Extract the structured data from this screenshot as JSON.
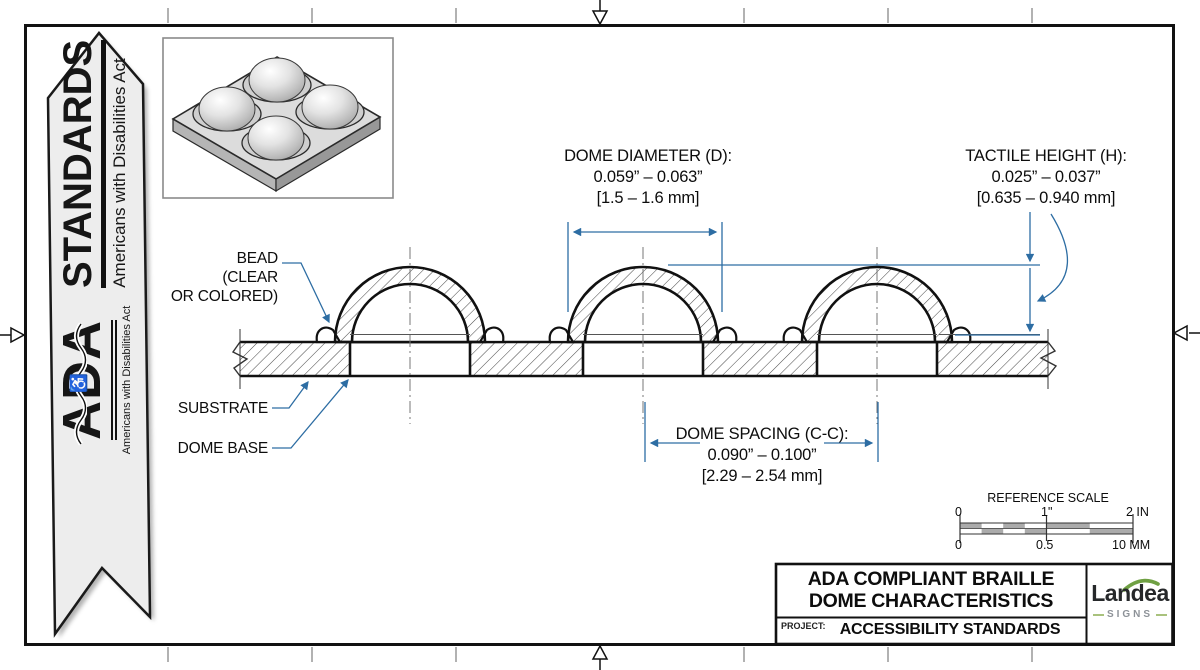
{
  "ribbon": {
    "title": "STANDARDS",
    "subtitle": "Americans with Disabilities Act",
    "logo_text": "ADA",
    "logo_subtitle": "Americans with Disabilities Act",
    "wheelchair_glyph": "♿"
  },
  "dimensions": {
    "dome_diameter": {
      "label": "DOME DIAMETER (D):",
      "inches": "0.059” – 0.063”",
      "mm": "[1.5 – 1.6 mm]"
    },
    "tactile_height": {
      "label": "TACTILE HEIGHT (H):",
      "inches": "0.025” – 0.037”",
      "mm": "[0.635 – 0.940 mm]"
    },
    "dome_spacing": {
      "label": "DOME SPACING (C-C):",
      "inches": "0.090” – 0.100”",
      "mm": "[2.29 – 2.54 mm]"
    }
  },
  "callouts": {
    "bead_line1": "BEAD",
    "bead_line2": "(CLEAR",
    "bead_line3": "OR COLORED)",
    "substrate": "SUBSTRATE",
    "dome_base": "DOME BASE"
  },
  "reference_scale": {
    "title": "REFERENCE SCALE",
    "top_labels": [
      "0",
      "1\"",
      "2 IN"
    ],
    "bottom_labels": [
      "0",
      "0.5",
      "10 MM"
    ]
  },
  "title_block": {
    "title_line1": "ADA COMPLIANT BRAILLE",
    "title_line2": "DOME CHARACTERISTICS",
    "project_label": "PROJECT:",
    "project_value": "ACCESSIBILITY STANDARDS",
    "logo_name": "Landea",
    "logo_tagline": "SIGNS"
  },
  "colors": {
    "dimension_blue": "#2d6da3",
    "logo_green": "#6fa043",
    "ribbon_fill": "#ededed"
  }
}
